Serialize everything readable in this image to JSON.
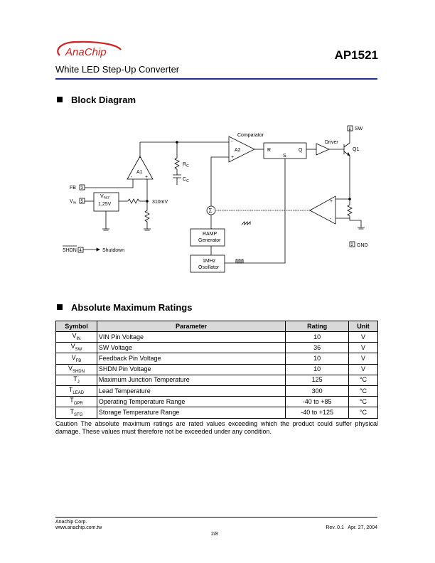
{
  "header": {
    "logo_text": "AnaChip",
    "part_number": "AP1521",
    "subtitle": "White LED Step-Up Converter",
    "accent_color": "#1f2f8f",
    "logo_color": "#d22020"
  },
  "block_diagram": {
    "title": "Block Diagram",
    "labels": {
      "comparator": "Comparator",
      "a2": "A2",
      "r": "R",
      "q": "Q",
      "s": "S",
      "driver": "Driver",
      "sw": "SW",
      "sw_pin": "1",
      "q1": "Q1",
      "a1": "A1",
      "rc": "R",
      "rc_sub": "C",
      "cc": "C",
      "cc_sub": "C",
      "fb": "FB",
      "fb_pin": "3",
      "vin": "V",
      "vin_sub": "IN",
      "vin_pin": "5",
      "vref": "V",
      "vref_sub": "REF",
      "vref_value": "1.25V",
      "mv": "310mV",
      "sigma": "Σ",
      "ramp_line1": "RAMP",
      "ramp_line2": "Generator",
      "osc_line1": "1MHz",
      "osc_line2": "Oscillator",
      "gnd": "GND",
      "gnd_pin": "2",
      "shdn": "SHDN",
      "shdn_pin": "4",
      "shutdown": "Shutdown",
      "minus": "-",
      "plus": "+"
    }
  },
  "ratings": {
    "title": "Absolute Maximum Ratings",
    "headers": [
      "Symbol",
      "Parameter",
      "Rating",
      "Unit"
    ],
    "rows": [
      {
        "sym": "V",
        "sub": "IN",
        "param": "VIN Pin Voltage",
        "rating": "10",
        "unit": "V"
      },
      {
        "sym": "V",
        "sub": "SW",
        "param": "SW Voltage",
        "rating": "36",
        "unit": "V"
      },
      {
        "sym": "V",
        "sub": "FB",
        "param": "Feedback Pin Voltage",
        "rating": "10",
        "unit": "V"
      },
      {
        "sym": "V",
        "sub": "SHDN",
        "param": "SHDN Pin Voltage",
        "rating": "10",
        "unit": "V"
      },
      {
        "sym": "T",
        "sub": "J",
        "param": "Maximum Junction Temperature",
        "rating": "125",
        "unit": "°C"
      },
      {
        "sym": "T",
        "sub": "LEAD",
        "param": "Lead Temperature",
        "rating": "300",
        "unit": "°C"
      },
      {
        "sym": "T",
        "sub": "OPR",
        "param": "Operating Temperature Range",
        "rating": "-40 to +85",
        "unit": "°C"
      },
      {
        "sym": "T",
        "sub": "STG",
        "param": "Storage Temperature Range",
        "rating": "-40 to +125",
        "unit": "°C"
      }
    ],
    "caution": "Caution The absolute maximum ratings are rated values exceeding which the product could suffer physical damage. These values must therefore not be exceeded under any condition."
  },
  "footer": {
    "company": "Anachip Corp.",
    "website": "www.anachip.com.tw",
    "revision": "Rev. 0.1   Apr. 27, 2004",
    "page": "2/8"
  }
}
